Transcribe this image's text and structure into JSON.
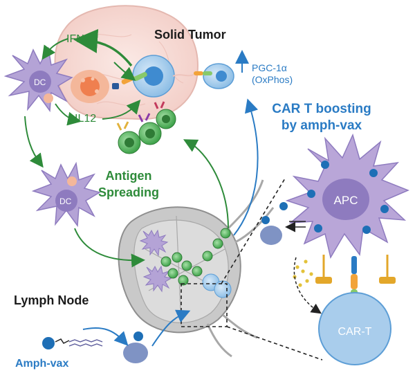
{
  "labels": {
    "solid_tumor": "Solid Tumor",
    "ifn_gamma": "IFNγ",
    "il12": "IL12",
    "dc_1": "DC",
    "dc_2": "DC",
    "pgc_line1": "PGC-1α",
    "pgc_line2": "(OxPhos)",
    "car_t_boost_line1": "CAR T boosting",
    "car_t_boost_line2": "by amph-vax",
    "antigen_line1": "Antigen",
    "antigen_line2": "Spreading",
    "apc": "APC",
    "lymph_node": "Lymph Node",
    "car_t": "CAR-T",
    "amph_vax": "Amph-vax"
  },
  "colors": {
    "green": "#2e8b3a",
    "blue": "#2a7bc4",
    "dc_purple": "#b4a3d6",
    "apc_purple": "#b9a6d8",
    "car_t_blue": "#a9cdec",
    "tumor_pink": "#f6d7d2",
    "lymph_node_gray": "#c9c9c9"
  }
}
